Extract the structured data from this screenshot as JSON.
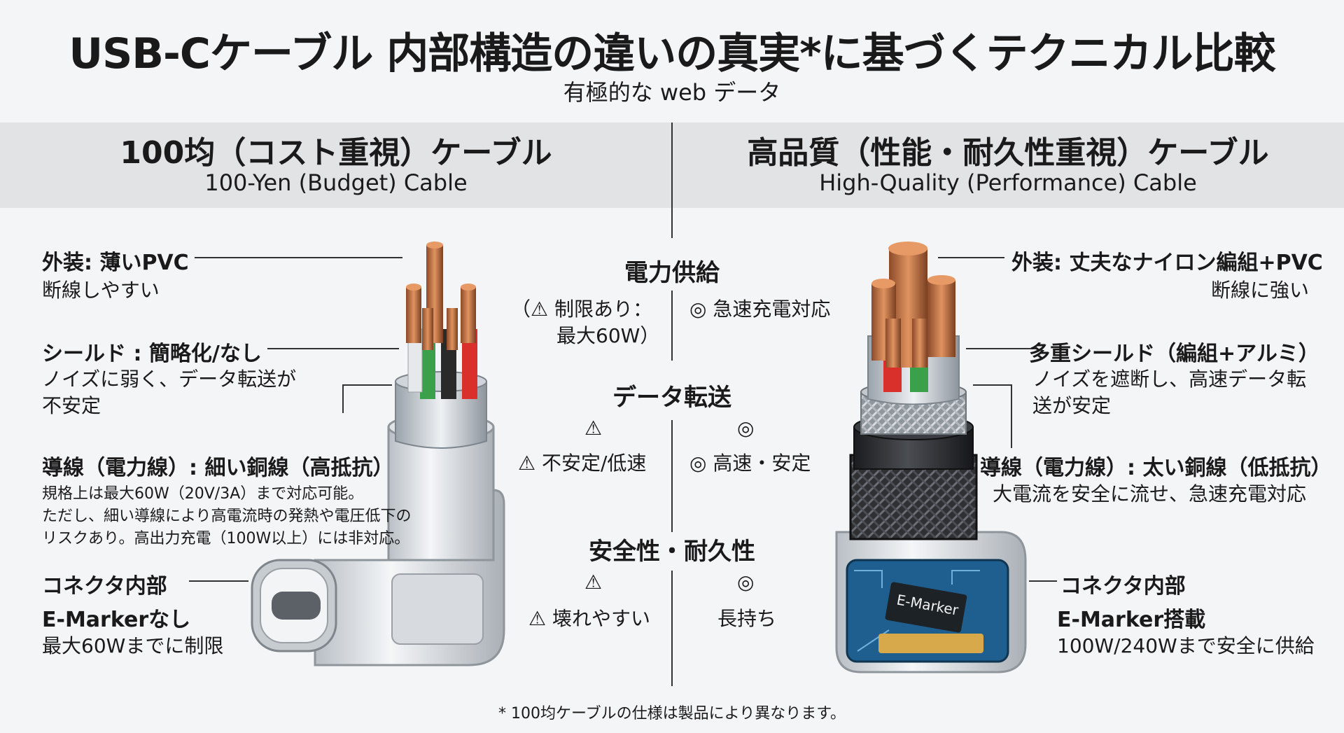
{
  "title": "USB-Cケーブル 内部構造の違いの真実*に基づくテクニカル比較",
  "subtitle": "有極的な web データ",
  "left": {
    "heading_jp": "100均（コスト重視）ケーブル",
    "heading_en": "100-Yen (Budget) Cable",
    "labels": {
      "jacket_title": "外装: 薄いPVC",
      "jacket_desc": "断線しやすい",
      "shield_title": "シールド : 簡略化/なし",
      "shield_desc_1": "ノイズに弱く、データ転送が",
      "shield_desc_2": "不安定",
      "conductor_title": "導線（電力線）: 細い銅線（高抵抗）",
      "conductor_desc_1": "規格上は最大60W（20V/3A）まで対応可能。",
      "conductor_desc_2": "ただし、細い導線により高電流時の発熱や電圧低下の",
      "conductor_desc_3": "リスクあり。高出力充電（100W以上）には非対応。",
      "connector_title": "コネクタ内部",
      "connector_sub": "E-Markerなし",
      "connector_desc": "最大60Wまでに制限"
    }
  },
  "right": {
    "heading_jp": "高品質（性能・耐久性重視）ケーブル",
    "heading_en": "High-Quality (Performance) Cable",
    "labels": {
      "jacket_title": "外装: 丈夫なナイロン編組+PVC",
      "jacket_desc": "断線に強い",
      "shield_title": "多重シールド（編組+アルミ）",
      "shield_desc_1": "ノイズを遮断し、高速データ転",
      "shield_desc_2": "送が安定",
      "conductor_title": "導線（電力線）: 太い銅線（低抵抗）",
      "conductor_desc": "大電流を安全に流せ、急速充電対応",
      "connector_title": "コネクタ内部",
      "connector_sub": "E-Marker搭載",
      "connector_desc": "100W/240Wまで安全に供給",
      "chip_label": "E-Marker"
    }
  },
  "comparison": {
    "power": {
      "category": "電力供給",
      "left_1": "（⚠ 制限あり：",
      "left_2": "最大60W）",
      "right": "◎ 急速充電対応"
    },
    "data": {
      "category": "データ転送",
      "left_icon": "⚠",
      "right_icon": "◎",
      "left": "⚠ 不安定/低速",
      "right": "◎ 高速・安定"
    },
    "safety": {
      "category": "安全性・耐久性",
      "left_icon": "⚠",
      "right_icon": "◎",
      "left": "⚠ 壊れやすい",
      "right": "長持ち"
    }
  },
  "footnote": "* 100均ケーブルの仕様は製品により異なります。",
  "colors": {
    "copper": "#c8744a",
    "wire_red": "#d9302c",
    "wire_green": "#3aa04a",
    "wire_black": "#2a2a2a",
    "jacket_white": "#e6e9ec",
    "braid_dark": "#2e3033",
    "pcb_blue": "#1f5f8f"
  }
}
